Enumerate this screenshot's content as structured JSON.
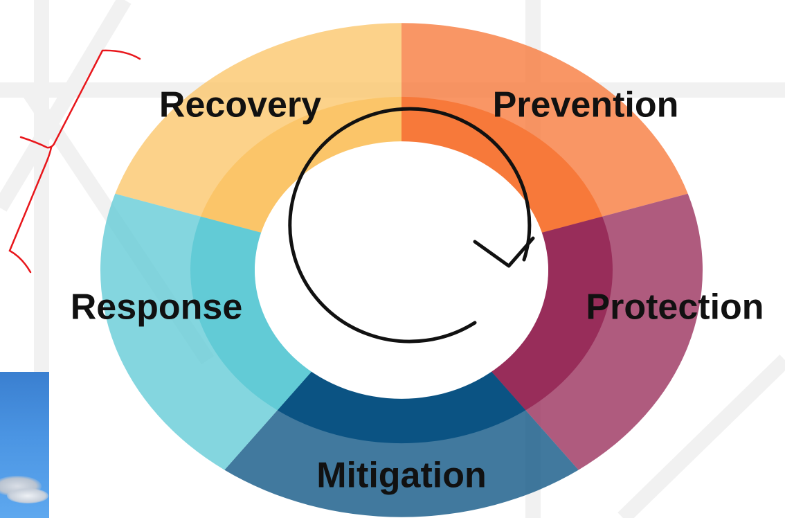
{
  "diagram": {
    "segments": [
      {
        "id": "recovery",
        "label": "Recovery",
        "color": "#fbc569"
      },
      {
        "id": "prevention",
        "label": "Prevention",
        "color": "#f7793a"
      },
      {
        "id": "protection",
        "label": "Protection",
        "color": "#982d5a"
      },
      {
        "id": "mitigation",
        "label": "Mitigation",
        "color": "#0b5383"
      },
      {
        "id": "response",
        "label": "Response",
        "color": "#62cbd6"
      }
    ],
    "arrow_icon": "cycle-arrow-icon",
    "bracket_color": "#e8161b"
  }
}
